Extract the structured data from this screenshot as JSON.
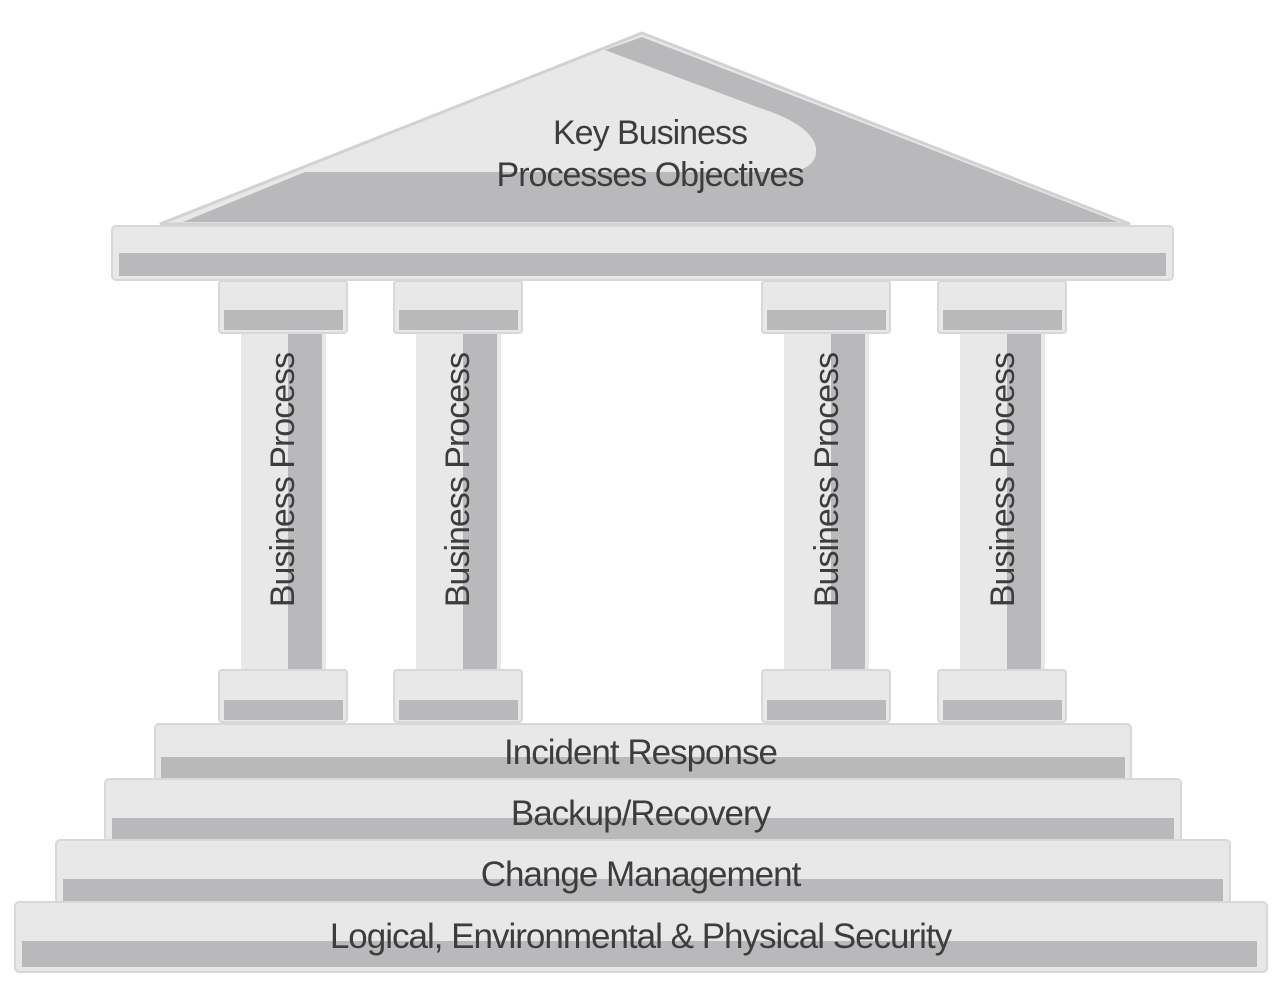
{
  "roof": {
    "line1": "Key Business",
    "line2": "Processes Objectives"
  },
  "pillars": [
    {
      "label": "Business Process"
    },
    {
      "label": "Business Process"
    },
    {
      "label": "Business Process"
    },
    {
      "label": "Business Process"
    }
  ],
  "steps": [
    {
      "label": "Incident Response"
    },
    {
      "label": "Backup/Recovery"
    },
    {
      "label": "Change Management"
    },
    {
      "label": "Logical, Environmental & Physical Security"
    }
  ],
  "colors": {
    "light": "#e8e8e9",
    "dark": "#b9b9bb",
    "outline": "#d2d2d4",
    "text": "#3d3d3d"
  }
}
